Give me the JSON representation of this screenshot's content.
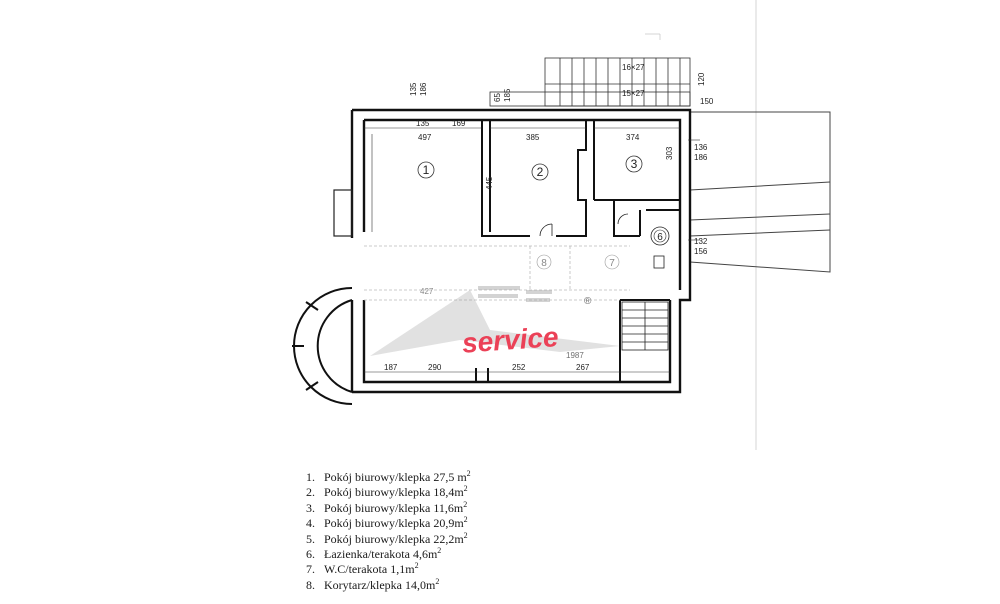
{
  "rooms": [
    {
      "no": "1",
      "label": "Pokój biurowy/klepka",
      "area": "27,5 m",
      "sup": "2"
    },
    {
      "no": "2",
      "label": "Pokój biurowy/klepka",
      "area": "18,4m",
      "sup": "2"
    },
    {
      "no": "3",
      "label": "Pokój biurowy/klepka",
      "area": "11,6m",
      "sup": "2"
    },
    {
      "no": "4",
      "label": "Pokój biurowy/klepka",
      "area": "20,9m",
      "sup": "2"
    },
    {
      "no": "5",
      "label": "Pokój biurowy/klepka",
      "area": "22,2m",
      "sup": "2"
    },
    {
      "no": "6",
      "label": "Łazienka/terakota",
      "area": "4,6m",
      "sup": "2"
    },
    {
      "no": "7",
      "label": "W.C/terakota",
      "area": "1,1m",
      "sup": "2"
    },
    {
      "no": "8",
      "label": "Korytarz/klepka",
      "area": "14,0m",
      "sup": "2"
    }
  ],
  "plan": {
    "room_numbers": [
      "1",
      "2",
      "3",
      "6",
      "7",
      "8"
    ],
    "dims": {
      "d1": "497",
      "d2": "385",
      "d3": "374",
      "d4": "135",
      "d5": "169",
      "d6": "187",
      "d7": "290",
      "d8": "252",
      "d9": "267",
      "d10": "427",
      "d11": "445",
      "d12": "303",
      "d13": "136",
      "d14": "186",
      "d15": "132",
      "d16": "156",
      "d17": "120",
      "d18": "150",
      "d19": "16×27",
      "d20": "15×27",
      "d21": "135",
      "d22": "186",
      "d23": "65",
      "d24": "185"
    }
  },
  "watermark": {
    "brand": "service",
    "year": "1987",
    "mark": "®"
  }
}
